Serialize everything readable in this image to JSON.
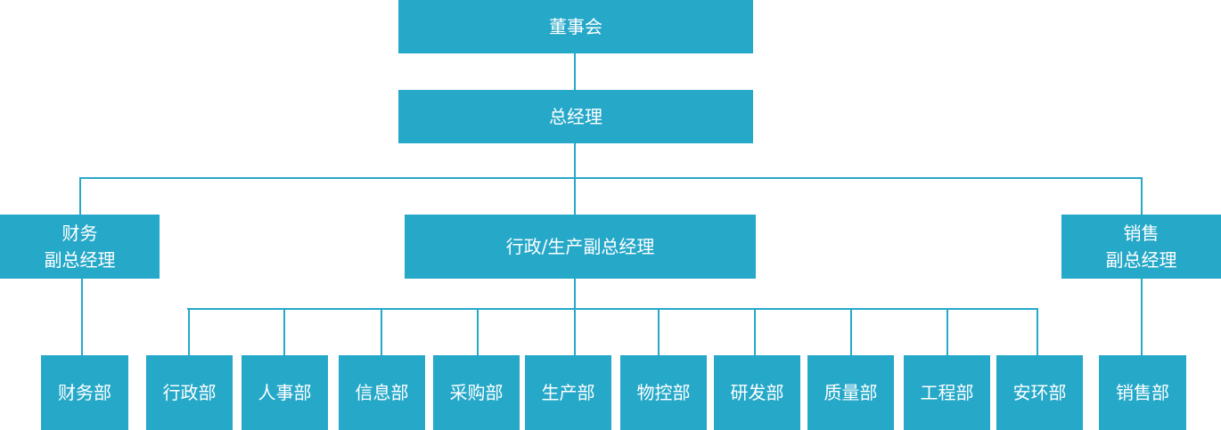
{
  "colors": {
    "box": "#26a8c9",
    "line": "#26a8c9",
    "text": "#ffffff"
  },
  "org": {
    "board": "董事会",
    "gm": "总经理",
    "vp_finance": "财务\n副总经理",
    "vp_admin_prod": "行政/生产副总经理",
    "vp_sales": "销售\n副总经理",
    "dept_finance": "财务部",
    "dept_admin": "行政部",
    "dept_hr": "人事部",
    "dept_info": "信息部",
    "dept_purchasing": "采购部",
    "dept_production": "生产部",
    "dept_materials": "物控部",
    "dept_rnd": "研发部",
    "dept_quality": "质量部",
    "dept_engineering": "工程部",
    "dept_ehs": "安环部",
    "dept_sales": "销售部"
  }
}
